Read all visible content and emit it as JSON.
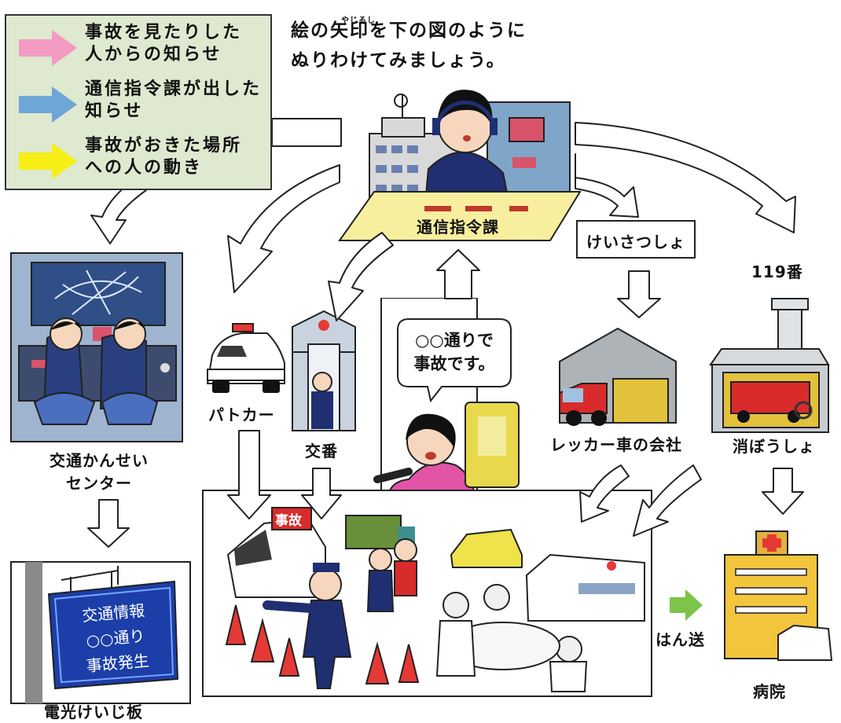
{
  "legend": {
    "items": [
      {
        "color": "#f29bc3",
        "text": "事故を見たりした\n人からの知らせ"
      },
      {
        "color": "#6fa6d8",
        "text": "通信指令課が出した\n知らせ"
      },
      {
        "color": "#f7ee16",
        "text": "事故がおきた場所\nへの人の動き"
      }
    ]
  },
  "instruction": {
    "line1": "絵の矢印を下の図のように",
    "line2": "ぬりわけてみましょう。",
    "ruby": "やじるし"
  },
  "labels": {
    "dispatch_center": "通信指令課",
    "police_station": "けいさつしょ",
    "number_119": "119番",
    "traffic_control_line1": "交通かんせい",
    "traffic_control_line2": "センター",
    "patrol_car": "パトカー",
    "koban": "交番",
    "tow_company": "レッカー車の会社",
    "fire_station": "消ぼうしょ",
    "sign_board": "電光けいじ板",
    "transport": "はん送",
    "hospital": "病院"
  },
  "speech_bubble": "○○通りで\n事故です。",
  "sign_text": {
    "line1": "交通情報",
    "line2": "○○通り",
    "line3": "事故発生"
  },
  "scene_text": {
    "accident_sign": "事故"
  },
  "colors": {
    "legend_bg": "#dfe9cf",
    "transport_arrow": "#7cc44a",
    "sign_board": "#1b3ea8"
  }
}
